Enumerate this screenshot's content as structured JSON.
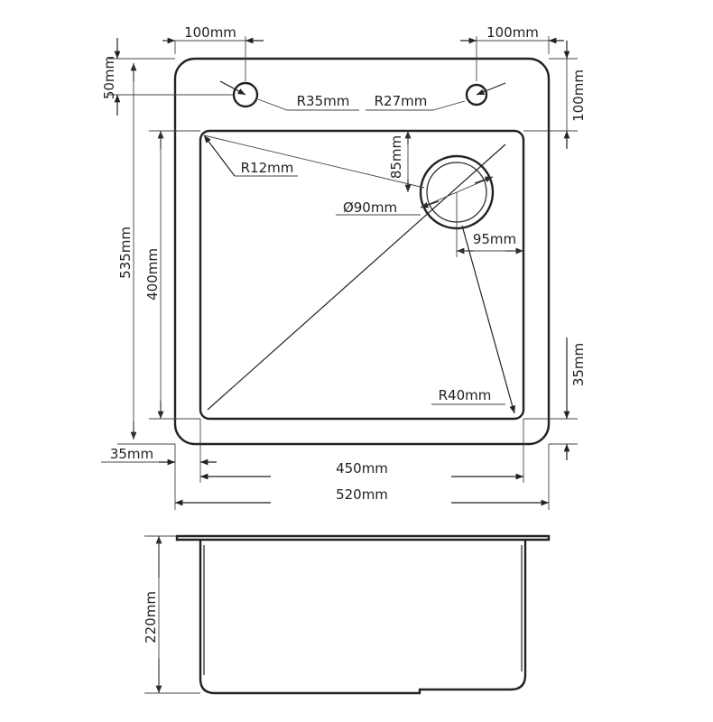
{
  "dimensions": {
    "top_left_spacing": "100mm",
    "top_right_spacing": "100mm",
    "hole_offset_top": "50mm",
    "bowl_offset_top": "100mm",
    "hole_left_radius": "R35mm",
    "hole_right_radius": "R27mm",
    "corner_radius_inner": "R12mm",
    "drain_offset_top": "85mm",
    "drain_diameter": "Ø90mm",
    "drain_offset_side": "95mm",
    "overall_depth": "535mm",
    "bowl_depth": "400mm",
    "rim_bottom": "35mm",
    "corner_radius_bowl": "R40mm",
    "rim_left": "35mm",
    "bowl_width": "450mm",
    "overall_width": "520mm",
    "bowl_height": "220mm"
  }
}
